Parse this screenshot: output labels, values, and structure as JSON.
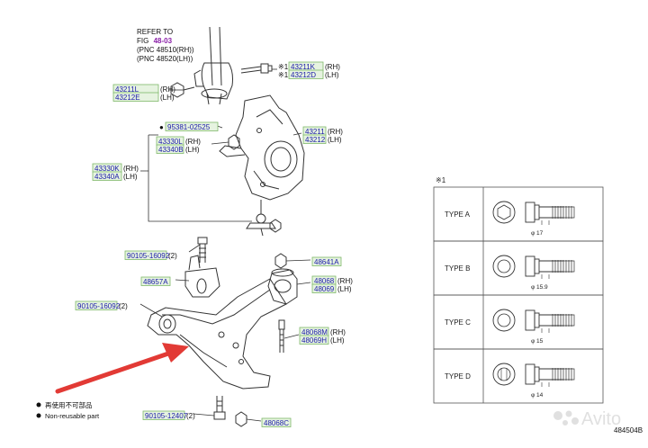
{
  "refer": {
    "line1": "REFER TO",
    "fig_prefix": "FIG",
    "fig_number": "48-03",
    "pnc_rh": "(PNC 48510(RH))",
    "pnc_lh": "(PNC 48520(LH))"
  },
  "parts": [
    {
      "pn": "43211K",
      "side": "(RH)",
      "mark": "※1"
    },
    {
      "pn": "43212D",
      "side": "(LH)",
      "mark": "※1"
    },
    {
      "pn": "43211L",
      "side": "(RH)"
    },
    {
      "pn": "43212E",
      "side": "(LH)"
    },
    {
      "pn": "95381-02525",
      "side": "",
      "mark": "●"
    },
    {
      "pn": "43330L",
      "side": "(RH)"
    },
    {
      "pn": "43340B",
      "side": "(LH)"
    },
    {
      "pn": "43211",
      "side": "(RH)"
    },
    {
      "pn": "43212",
      "side": "(LH)"
    },
    {
      "pn": "43330K",
      "side": "(RH)"
    },
    {
      "pn": "43340A",
      "side": "(LH)"
    },
    {
      "pn": "90105-16092",
      "side": "(2)"
    },
    {
      "pn": "48641A",
      "side": ""
    },
    {
      "pn": "48657A",
      "side": ""
    },
    {
      "pn": "48068",
      "side": "(RH)"
    },
    {
      "pn": "48069",
      "side": "(LH)"
    },
    {
      "pn": "90105-16092",
      "side": "(2)"
    },
    {
      "pn": "48068M",
      "side": "(RH)"
    },
    {
      "pn": "48069H",
      "side": "(LH)"
    },
    {
      "pn": "90105-12407",
      "side": "(2)"
    },
    {
      "pn": "48068C",
      "side": ""
    }
  ],
  "legend": {
    "jp": "再使用不可部品",
    "en": "Non-reusable part"
  },
  "table": {
    "mark": "※1",
    "rows": [
      {
        "type": "TYPE A",
        "dim": "φ 17"
      },
      {
        "type": "TYPE B",
        "dim": "φ 15.9"
      },
      {
        "type": "TYPE C",
        "dim": "φ 15"
      },
      {
        "type": "TYPE D",
        "dim": "φ 14"
      }
    ]
  },
  "illustration_id": "484504B",
  "watermark": "Avito",
  "colors": {
    "part_number": "#1a1aa8",
    "fig_ref": "#8a1fa8",
    "label_fill": "#e6f3e0",
    "label_border": "#7fb86a",
    "arrow": "#e23a35"
  }
}
